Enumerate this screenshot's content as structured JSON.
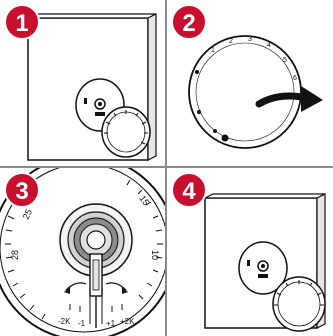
{
  "steps": [
    {
      "number": "1"
    },
    {
      "number": "2"
    },
    {
      "number": "3"
    },
    {
      "number": "4"
    }
  ],
  "dial_step2": {
    "labels": [
      "1",
      "2",
      "3",
      "4",
      "5",
      "6"
    ]
  },
  "scale_step3": {
    "labels": [
      "25",
      "15",
      "28",
      "10"
    ],
    "adjust_labels": [
      "-2K",
      "-1",
      "+1",
      "+2K"
    ]
  },
  "colors": {
    "badge": "#c8102e",
    "line": "#111111",
    "divider": "#8a8a8a"
  }
}
